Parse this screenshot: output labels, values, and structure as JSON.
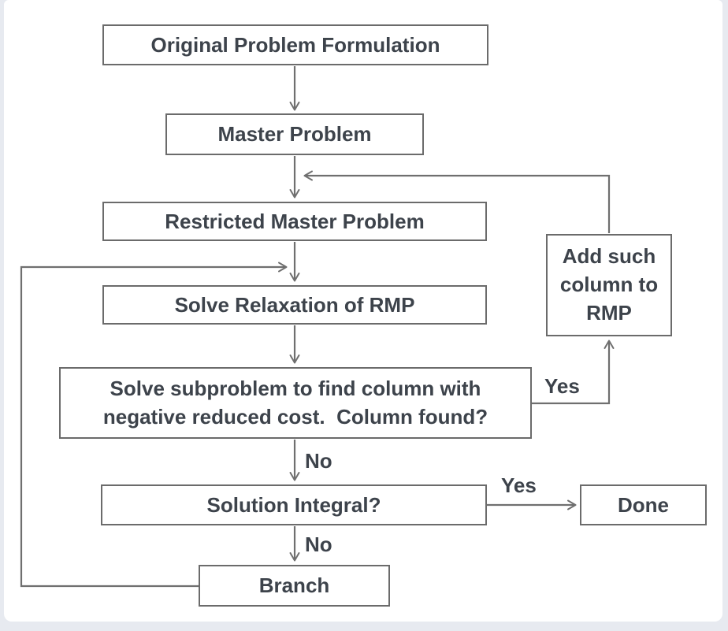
{
  "diagram_type": "flowchart",
  "nodes": {
    "original": {
      "label": "Original Problem Formulation"
    },
    "master": {
      "label": "Master Problem"
    },
    "restricted": {
      "label": "Restricted Master Problem"
    },
    "relaxation": {
      "label": "Solve Relaxation of RMP"
    },
    "subproblem": {
      "label": "Solve subproblem to find column with\nnegative reduced cost.  Column found?"
    },
    "add_column": {
      "label": "Add such\ncolumn to\nRMP"
    },
    "integral": {
      "label": "Solution Integral?"
    },
    "done": {
      "label": "Done"
    },
    "branch": {
      "label": "Branch"
    }
  },
  "edge_labels": {
    "yes_column_found": "Yes",
    "no_column_found": "No",
    "yes_integral": "Yes",
    "no_integral": "No"
  },
  "colors": {
    "box_border": "#6b6b6b",
    "connector": "#6f6f6f",
    "text": "#3d434b",
    "canvas": "#ffffff",
    "page_margin": "#e7eaf0"
  }
}
